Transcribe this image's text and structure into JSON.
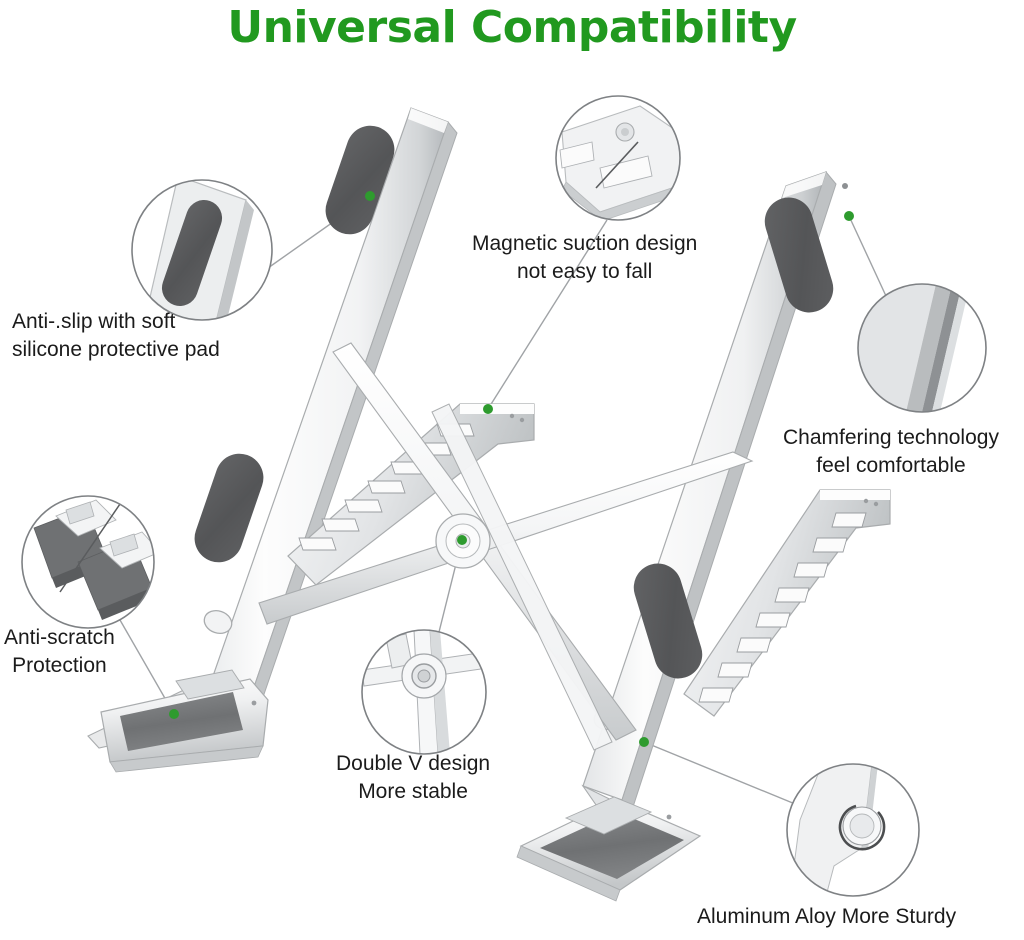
{
  "page": {
    "title": "Universal Compatibility",
    "title_color": "#21991f",
    "background_color": "#ffffff",
    "product": "foldable aluminum laptop stand",
    "marker_dot_color": "#2e9b2e"
  },
  "callouts": [
    {
      "id": "anti-slip",
      "label": "Anti-.slip with soft\nsilicone protective pad",
      "detail": "silicone-pad-closeup",
      "marker": "green-dot"
    },
    {
      "id": "magnetic-suction",
      "label": "Magnetic suction design\nnot easy to fall",
      "detail": "magnet-end-closeup",
      "marker": "green-dot"
    },
    {
      "id": "chamfering",
      "label": "Chamfering technology\nfeel comfortable",
      "detail": "chamfered-edge-closeup",
      "marker": "green-dot"
    },
    {
      "id": "anti-scratch",
      "label": "Anti-scratch\nProtection",
      "detail": "base-pads-closeup",
      "marker": "green-dot"
    },
    {
      "id": "double-v",
      "label": "Double V design\nMore stable",
      "detail": "center-pivot-closeup",
      "marker": "green-dot"
    },
    {
      "id": "aluminum-alloy",
      "label": "Aluminum Aloy More Sturdy",
      "detail": "alloy-rivet-closeup",
      "marker": "green-dot"
    }
  ],
  "colors": {
    "silver_light": "#fbfbfb",
    "silver_mid": "#d8dadb",
    "silver_dark": "#b0b3b5",
    "pad_gray": "#58595b",
    "outline": "#9a9da0",
    "leader_line": "#9a9da0",
    "text": "#1b1b1b"
  }
}
